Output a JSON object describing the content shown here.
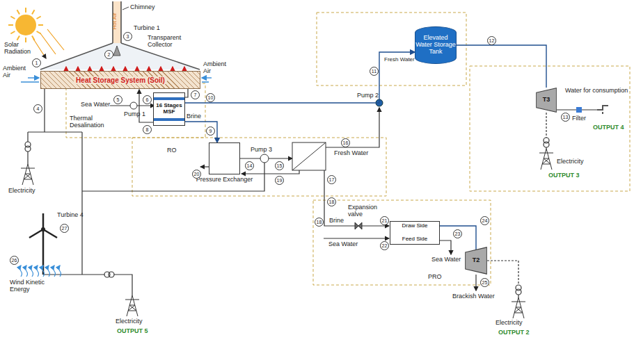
{
  "diagram": {
    "nodes": [
      {
        "text": [
          "Heat Storage System (Soil)"
        ]
      },
      {
        "text": [
          "16 Stages MSF"
        ]
      },
      {
        "text": [
          "Elevated Water Storage Tank"
        ]
      },
      {
        "text": [
          "T3"
        ]
      },
      {
        "text": [
          "Pressure Exchanger"
        ]
      },
      {
        "text": [
          "Draw Side",
          "Feed Side"
        ]
      },
      {
        "text": [
          "T2"
        ]
      }
    ],
    "edges": [
      {
        "from": 1,
        "to": 2,
        "arrow": "to"
      },
      {
        "from": 2,
        "to": 3,
        "arrow": "none"
      },
      {
        "from": 1,
        "to": 4,
        "arrow": "to"
      },
      {
        "from": 5,
        "to": 6,
        "arrow": "none"
      }
    ],
    "labels": [
      "Solar Radiation",
      "Hot Air",
      "Chimney",
      "Turbine 1",
      "Transparent Collector",
      "Ambient Air",
      "Ambient Air",
      "3",
      "2",
      "1",
      "4",
      "5",
      "6",
      "7",
      "Sea Water",
      "Pump 1",
      "Thermal Desalination",
      "8",
      "Brine",
      "10",
      "Electricity",
      "9",
      "RO",
      "14",
      "Pump 3",
      "15",
      "16",
      "Fresh Water",
      "19",
      "17",
      "20",
      "18",
      "Brine",
      "18",
      "Expansion valve",
      "21",
      "Sea Water",
      "22",
      "23",
      "24",
      "Sea Water",
      "PRO",
      "25",
      "Brackish Water",
      "Electricity",
      "OUTPUT 2",
      "Fresh Water",
      "11",
      "Pump 2",
      "12",
      "13",
      "Water for consumption",
      "Filter",
      "OUTPUT 4",
      "Electricity",
      "OUTPUT 3",
      "Turbine 4",
      "27",
      "26",
      "Wind Kinetic Energy",
      "Electricity",
      "OUTPUT 5"
    ]
  }
}
